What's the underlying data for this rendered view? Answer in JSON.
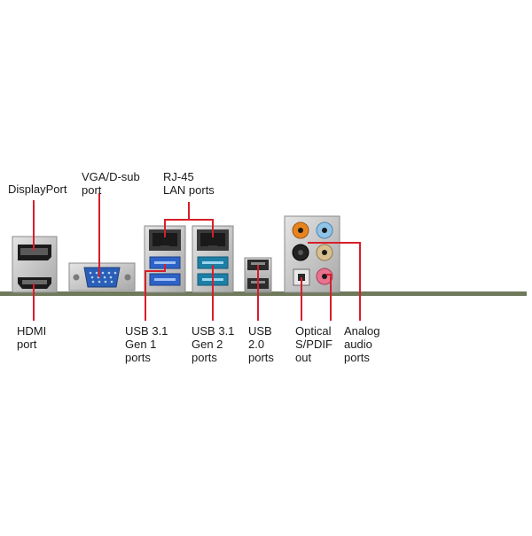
{
  "labels": {
    "displayport": [
      "DisplayPort"
    ],
    "vga": [
      "VGA/D-sub",
      "port"
    ],
    "rj45": [
      "RJ-45",
      "LAN ports"
    ],
    "hdmi": [
      "HDMI",
      "port"
    ],
    "usb31_gen1": [
      "USB 3.1",
      "Gen 1",
      "ports"
    ],
    "usb31_gen2": [
      "USB 3.1",
      "Gen 2",
      "ports"
    ],
    "usb20": [
      "USB",
      "2.0",
      "ports"
    ],
    "optical": [
      "Optical",
      "S/PDIF",
      "out"
    ],
    "analog": [
      "Analog",
      "audio",
      "ports"
    ]
  },
  "colors": {
    "callout": "#d81e2a",
    "pcb": "#6f7a5c",
    "metal": "#bfbfbf",
    "usb3_blue": "#2d63c8",
    "vga_blue": "#2a5fb8",
    "jack_orange": "#e8841f",
    "jack_blue": "#8fc4e8",
    "jack_pink": "#e9738f",
    "jack_black": "#222222",
    "jack_beige": "#d8c08e"
  }
}
